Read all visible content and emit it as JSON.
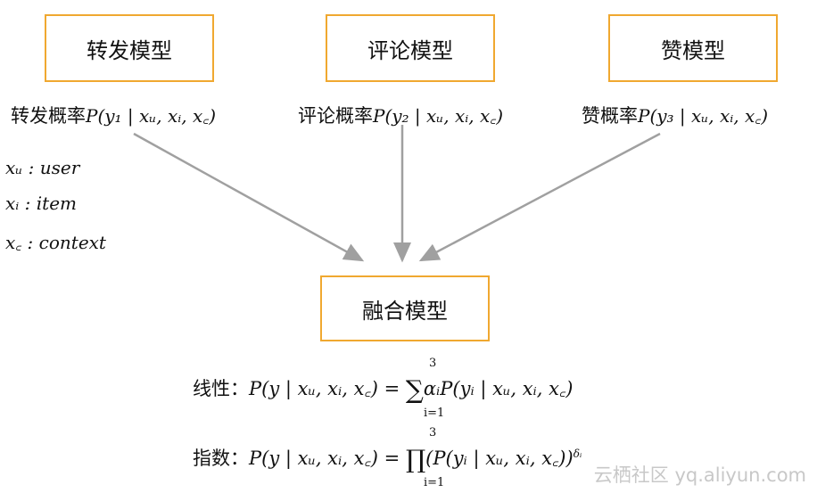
{
  "boxes": {
    "forward": "转发模型",
    "comment": "评论模型",
    "like": "赞模型",
    "fusion": "融合模型"
  },
  "probs": {
    "forward_label": "转发概率",
    "forward_expr": "P(y₁ | xᵤ, xᵢ, x꜀)",
    "comment_label": "评论概率",
    "comment_expr": "P(y₂ | xᵤ, xᵢ, x꜀)",
    "like_label": "赞概率",
    "like_expr": "P(y₃ | xᵤ, xᵢ, x꜀)"
  },
  "legend": {
    "u": "xᵤ : user",
    "i": "xᵢ : item",
    "c": "x꜀ : context"
  },
  "formulas": {
    "linear_label": "线性：",
    "linear_lhs": "P(y | xᵤ, xᵢ, x꜀) =",
    "linear_rhs": "αᵢP(yᵢ | xᵤ, xᵢ, x꜀)",
    "exp_label": "指数：",
    "exp_lhs": "P(y | xᵤ, xᵢ, x꜀) =",
    "exp_rhs": "(P(yᵢ | xᵤ, xᵢ, x꜀))",
    "exp_power": "δᵢ",
    "sum_symbol": "∑",
    "prod_symbol": "∏",
    "upper": "3",
    "lower": "i=1"
  },
  "watermark": "云栖社区 yq.aliyun.com",
  "colors": {
    "box_border": "#f0a830",
    "arrow": "#a0a0a0"
  }
}
